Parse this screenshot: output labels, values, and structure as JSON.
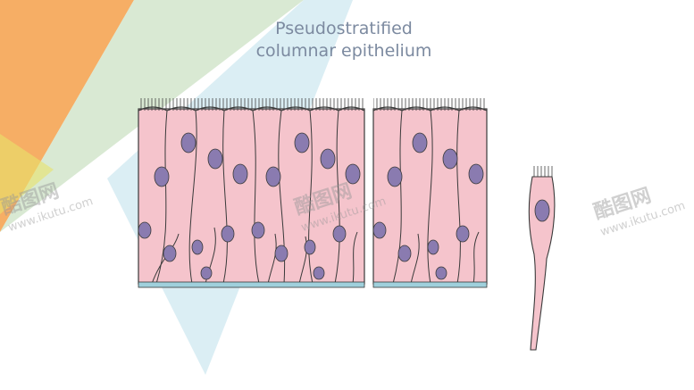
{
  "title": {
    "line1": "Pseudostratified",
    "line2": "columnar epithelium"
  },
  "watermarks": [
    {
      "brand": "酷图网",
      "url": "www.ikutu.com"
    },
    {
      "brand": "酷图网",
      "url": "www.ikutu.com"
    },
    {
      "brand": "酷图网",
      "url": "www.ikutu.com"
    }
  ],
  "colors": {
    "cell_fill": "#f5c4cc",
    "cell_outline": "#3a3a3a",
    "nucleus": "#8a7bb0",
    "basement": "#9fd0dc",
    "title": "#7c8aa0"
  }
}
